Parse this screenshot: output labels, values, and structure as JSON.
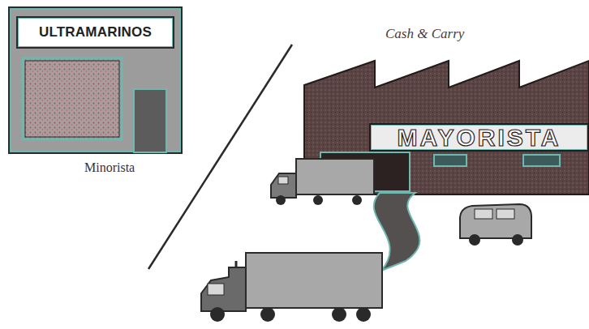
{
  "diagram": {
    "nodes": [
      {
        "text": [
          "Minorista"
        ]
      },
      {
        "text": [
          "ULTRAMARINOS"
        ],
        "in": 0
      },
      {
        "text": [
          "Cash & Carry"
        ]
      },
      {
        "text": [
          "MAYORISTA"
        ],
        "in": 2
      }
    ]
  }
}
